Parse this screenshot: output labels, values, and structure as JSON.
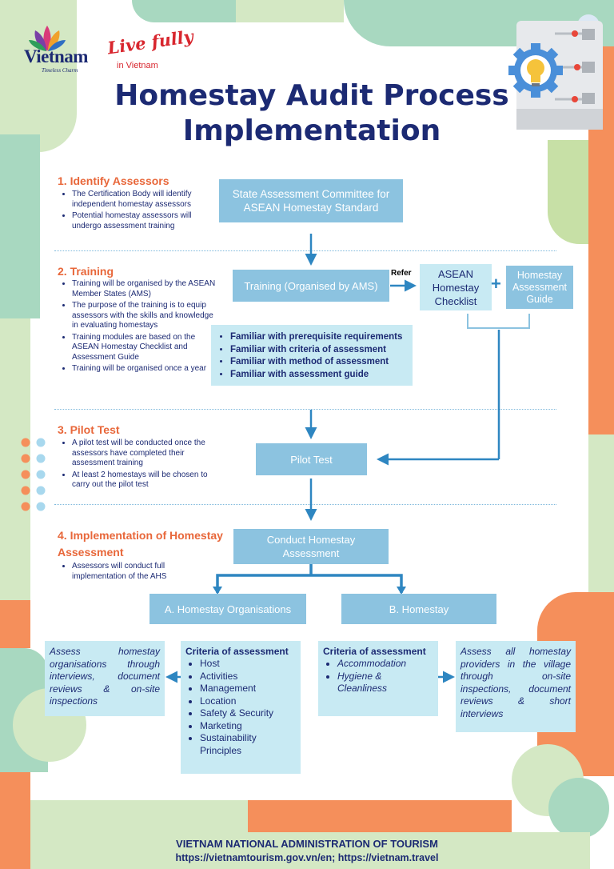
{
  "logos": {
    "vietnam_word": "Vietnam",
    "vietnam_tagline": "Timeless Charm",
    "live_fully": "Live fully",
    "in_vietnam": "in Vietnam"
  },
  "title": {
    "line1": "Homestay Audit Process",
    "line2": "Implementation"
  },
  "sections": [
    {
      "title": "1. Identify Assessors",
      "bullets": [
        "The Certification Body will identify independent homestay assessors",
        "Potential homestay assessors will undergo assessment training"
      ]
    },
    {
      "title": "2. Training",
      "bullets": [
        "Training will be organised by the ASEAN Member States (AMS)",
        "The purpose of the training is to equip assessors with the skills and knowledge in evaluating homestays",
        "Training modules are based on the ASEAN Homestay Checklist and Assessment Guide",
        "Training will be organised once a year"
      ]
    },
    {
      "title": "3. Pilot Test",
      "bullets": [
        "A pilot test will be conducted once the assessors have completed their assessment training",
        "At least 2 homestays will be chosen to carry out the pilot test"
      ]
    },
    {
      "title": "4. Implementation of Homestay Assessment",
      "bullets": [
        "Assessors will conduct full implementation of the AHS"
      ]
    }
  ],
  "flow": {
    "committee": "State Assessment Committee for ASEAN Homestay Standard",
    "training": "Training (Organised by AMS)",
    "refer": "Refer",
    "checklist": "ASEAN Homestay Checklist",
    "plus": "+",
    "guide": "Homestay Assessment Guide",
    "familiar": [
      "Familiar with prerequisite requirements",
      "Familiar with criteria of assessment",
      "Familiar with method of assessment",
      "Familiar with assessment guide"
    ],
    "pilot": "Pilot Test",
    "conduct": "Conduct Homestay Assessment",
    "org": "A. Homestay Organisations",
    "homestay": "B. Homestay",
    "org_assess": "Assess homestay organisations through interviews, document reviews & on-site inspections",
    "org_criteria_title": "Criteria of assessment",
    "org_criteria": [
      "Host",
      "Activities",
      "Management",
      "Location",
      "Safety & Security",
      "Marketing",
      "Sustainability Principles"
    ],
    "hs_criteria_title": "Criteria of assessment",
    "hs_criteria": [
      "Accommodation",
      "Hygiene & Cleanliness"
    ],
    "hs_assess": "Assess all homestay providers in the village through on-site inspections, document reviews & short interviews"
  },
  "footer": {
    "org": "VIETNAM NATIONAL ADMINISTRATION OF TOURISM",
    "links": "https://vietnamtourism.gov.vn/en;  https://vietnam.travel"
  },
  "colors": {
    "navy": "#1c2a73",
    "orange": "#f58f5b",
    "accent_orange": "#e8673a",
    "box_blue": "#8cc3e0",
    "light_box": "#c8eaf3",
    "arrow": "#2e86c1",
    "mint": "#a8d8c0",
    "pale_green": "#d4e8c4"
  }
}
